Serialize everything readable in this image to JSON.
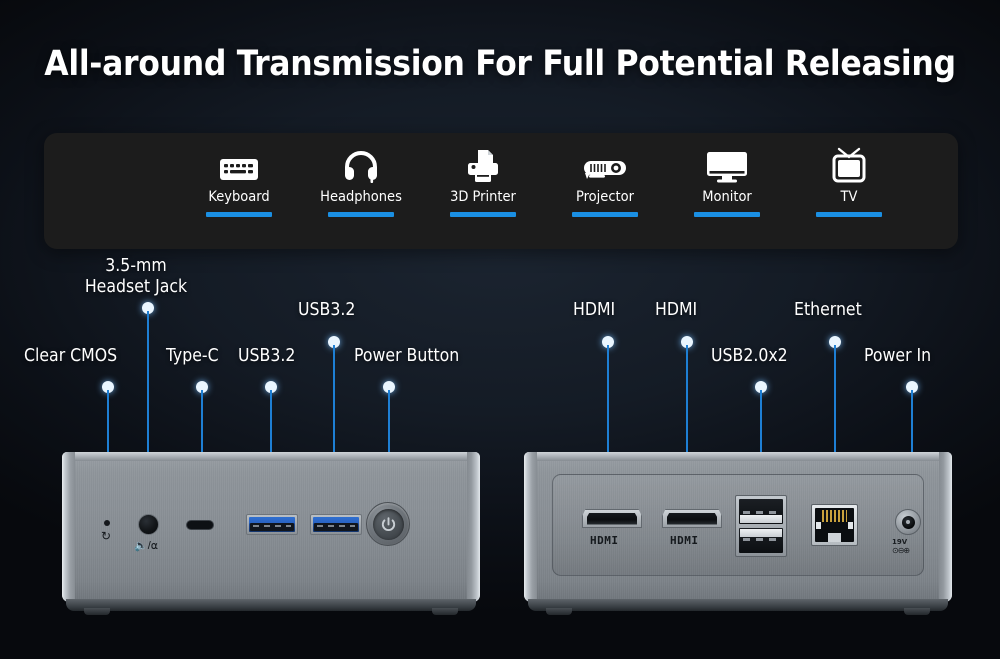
{
  "title": "All-around Transmission For Full Potential Releasing",
  "devices": [
    {
      "label": "Keyboard",
      "icon": "keyboard-icon"
    },
    {
      "label": "Headphones",
      "icon": "headphones-icon"
    },
    {
      "label": "3D Printer",
      "icon": "printer-icon"
    },
    {
      "label": "Projector",
      "icon": "projector-icon"
    },
    {
      "label": "Monitor",
      "icon": "monitor-icon"
    },
    {
      "label": "TV",
      "icon": "tv-icon"
    }
  ],
  "front_panel": {
    "labels": {
      "clear_cmos": "Clear CMOS",
      "headset_jack_line1": "3.5-mm",
      "headset_jack_line2": "Headset Jack",
      "type_c": "Type-C",
      "usb32_a": "USB3.2",
      "usb32_b": "USB3.2",
      "power_button": "Power Button"
    }
  },
  "rear_panel": {
    "labels": {
      "hdmi_1": "HDMI",
      "hdmi_2": "HDMI",
      "usb20": "USB2.0x2",
      "ethernet": "Ethernet",
      "power_in": "Power In"
    },
    "port_markings": {
      "hdmi_1_text": "HDMI",
      "hdmi_2_text": "HDMI",
      "dc_voltage": "19V",
      "dc_symbol": "⊙⊖⊕"
    }
  },
  "colors": {
    "accent_blue": "#1a8fe3",
    "leader_line": "#1e7fd4",
    "panel_bg": "#1c1c1c",
    "page_bg": "#141b25",
    "usb3_blue": "#2a62c0",
    "chassis_gray": "#8f959b"
  }
}
